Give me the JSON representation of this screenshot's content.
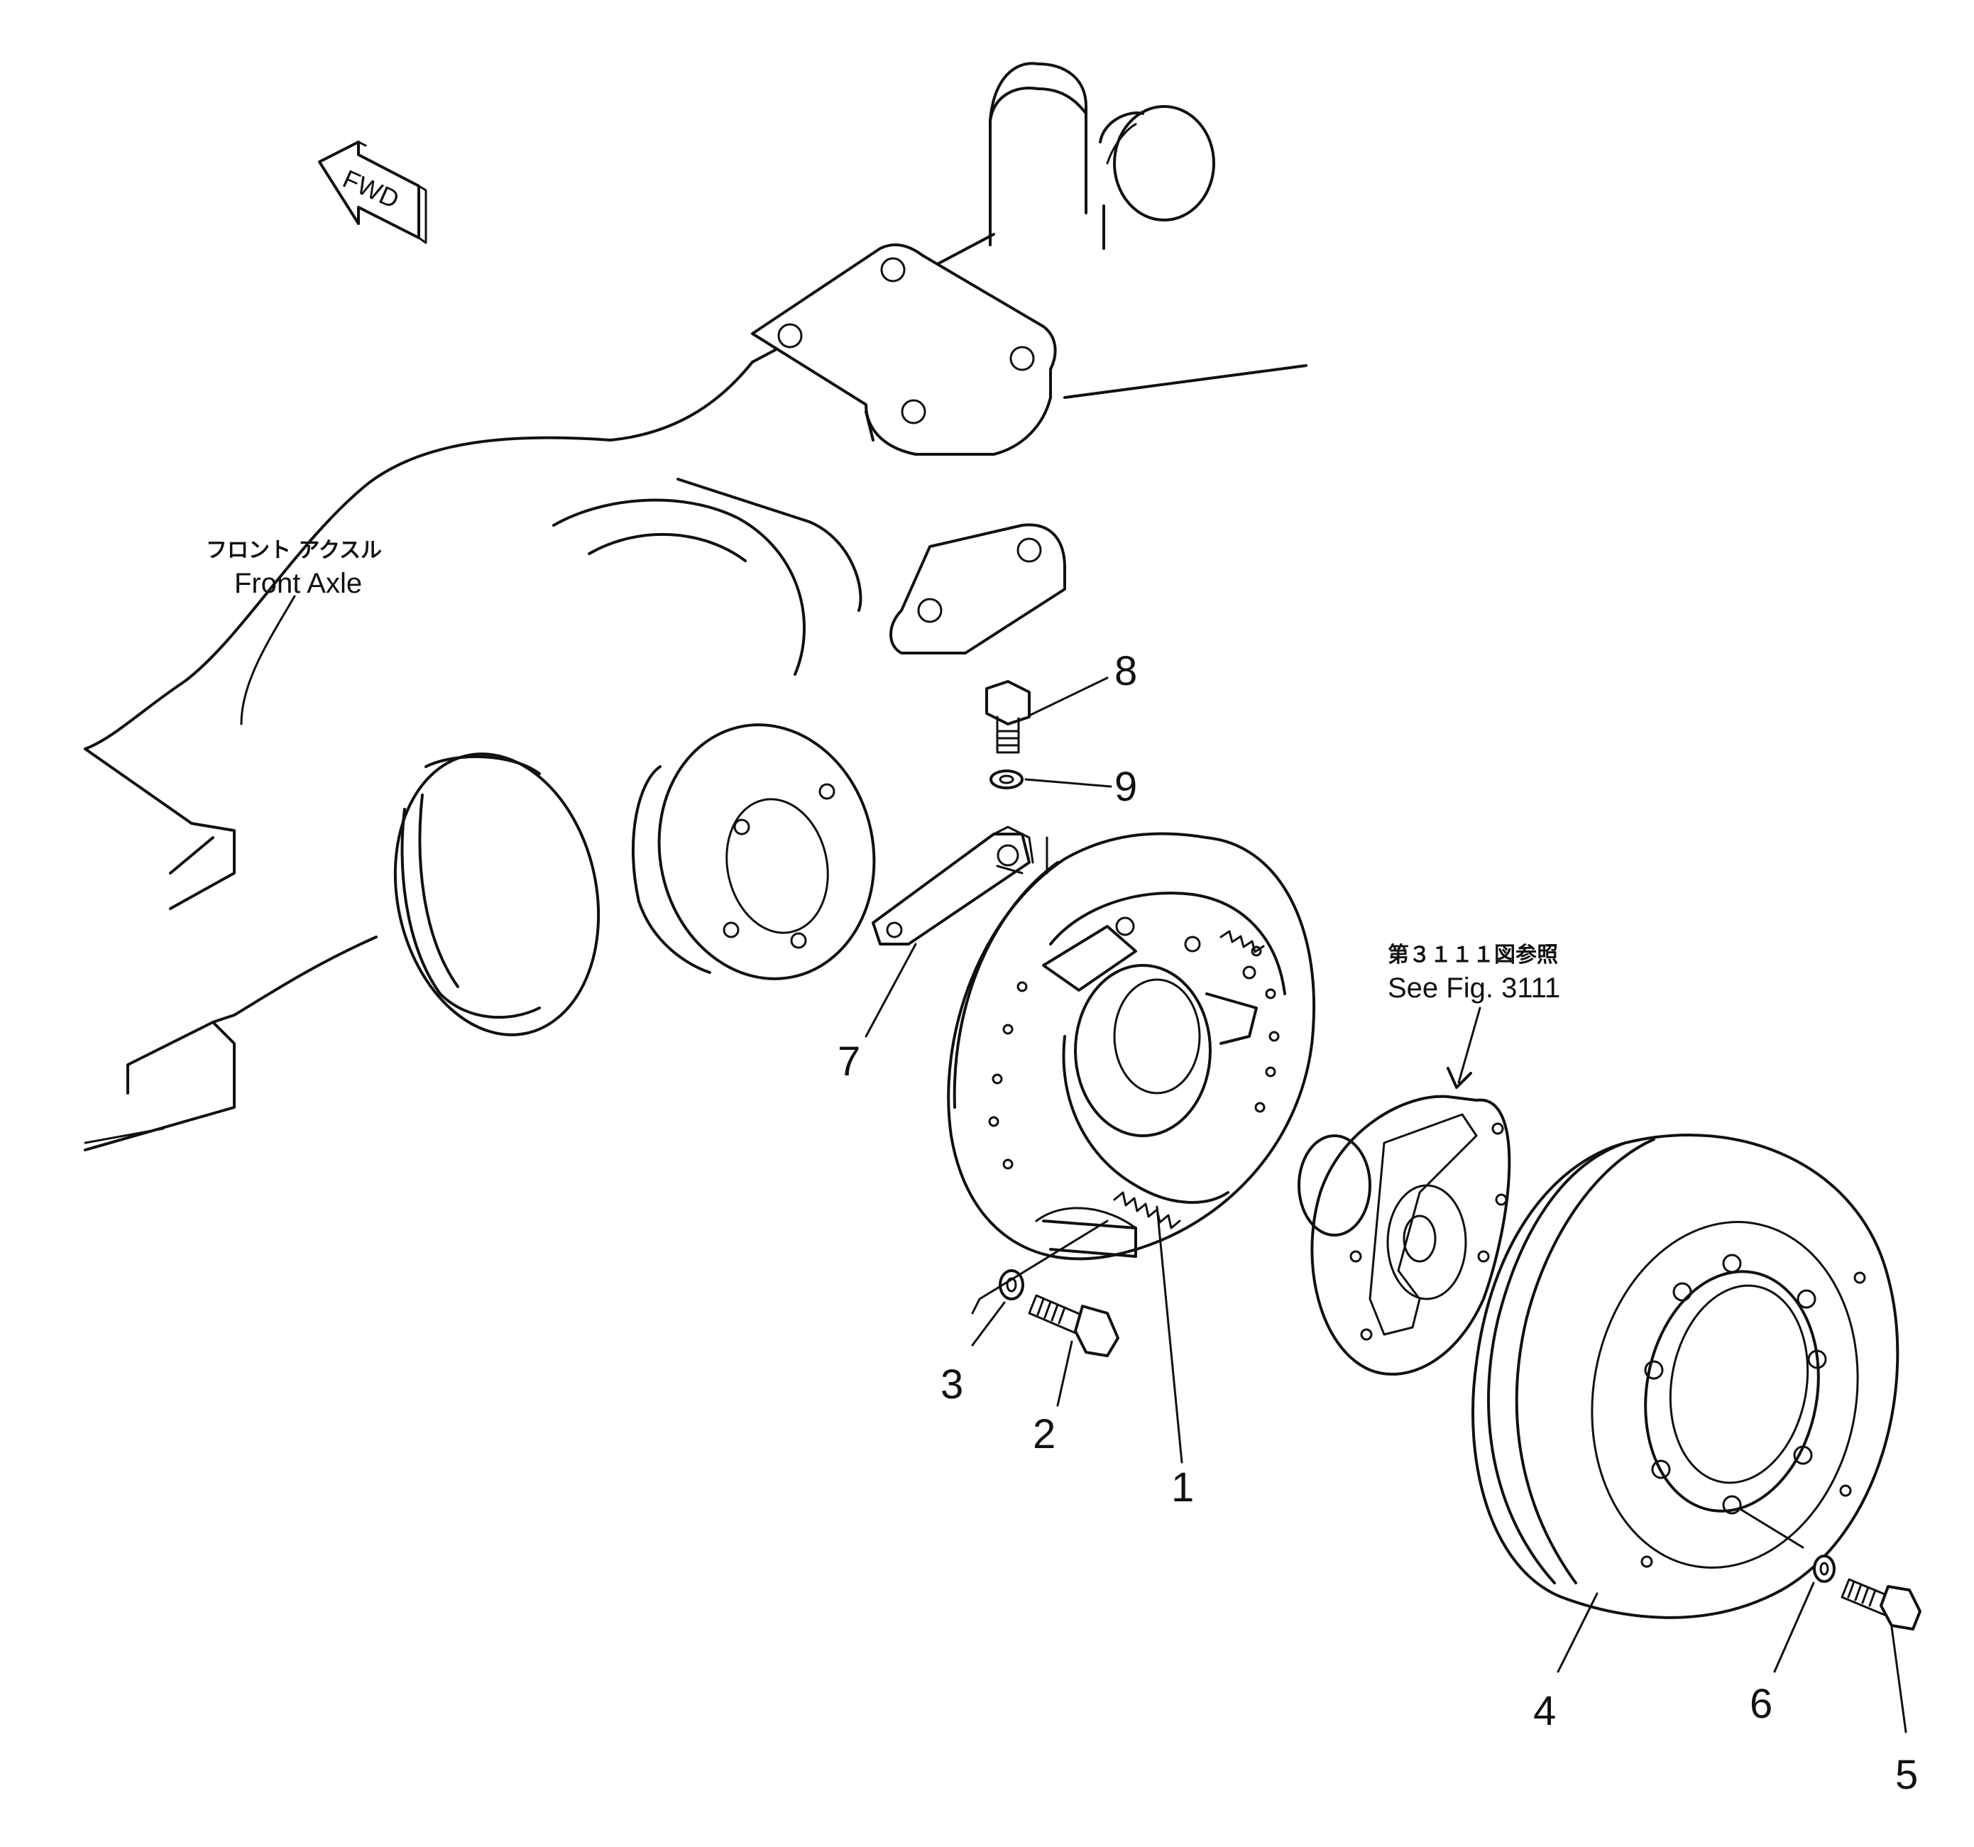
{
  "direction_arrow": {
    "text": "FWD"
  },
  "labels": {
    "front_axle_jp": "フロント アクスル",
    "front_axle_en": "Front Axle",
    "see_fig_jp": "第３１１１図参照",
    "see_fig_en": "See Fig. 3111"
  },
  "callouts": [
    "1",
    "2",
    "3",
    "4",
    "5",
    "6",
    "7",
    "8",
    "9"
  ]
}
